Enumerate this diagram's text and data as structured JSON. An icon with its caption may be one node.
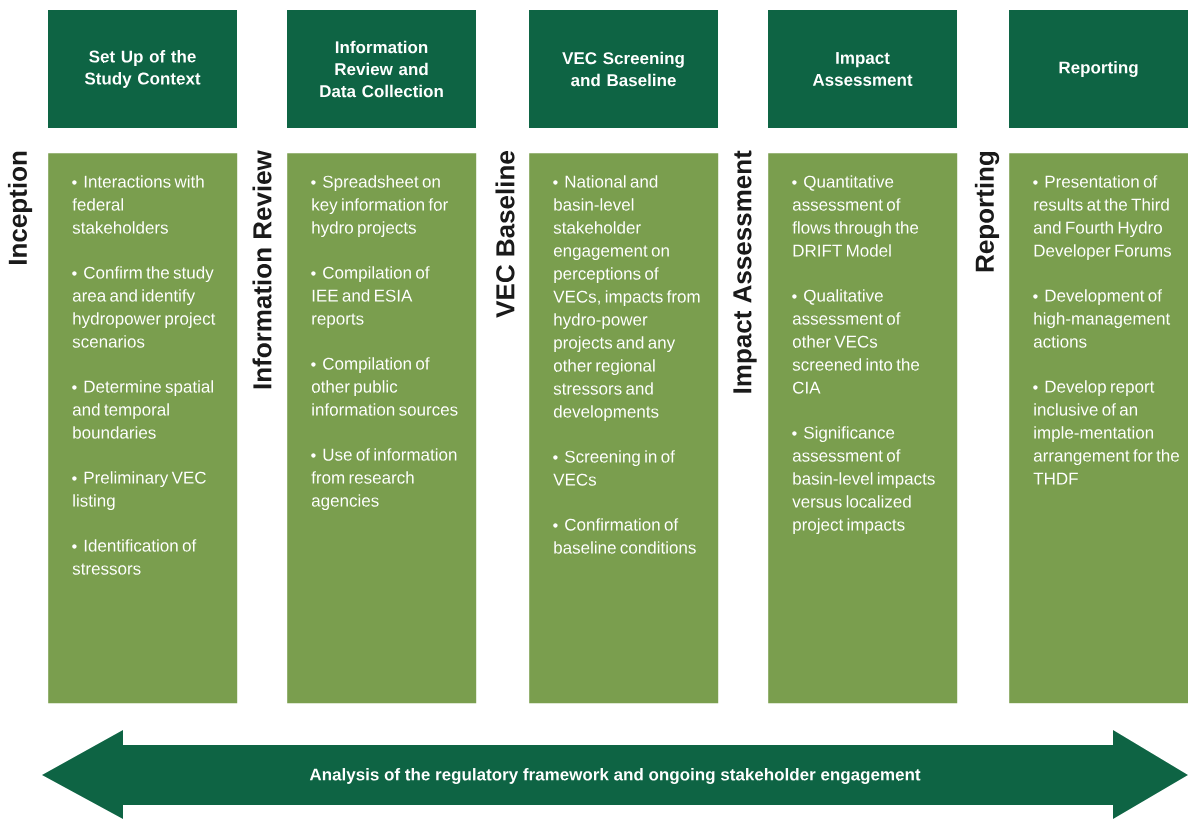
{
  "diagram": {
    "nodes": [
      {
        "text": [
          "Set Up of the Study Context"
        ]
      },
      {
        "text": [
          "Information Review and Data Collection"
        ]
      },
      {
        "text": [
          "VEC Screening and Baseline"
        ]
      },
      {
        "text": [
          "Impact Assessment"
        ]
      },
      {
        "text": [
          "Reporting"
        ]
      },
      {
        "text": [
          "Interactions with federal stakeholders",
          "Confirm the study area and identify hydropower project scenarios",
          "Determine spatial and temporal boundaries",
          "Preliminary VEC listing",
          "Identification of stressors"
        ]
      },
      {
        "text": [
          "Spreadsheet on key information for hydro projects",
          "Compilation of IEE and ESIA reports",
          "Compilation of other public information sources",
          "Use of information from research agencies"
        ]
      },
      {
        "text": [
          "National and basin-level stakeholder engagement on perceptions of VECs, impacts from hydro-power projects and any other regional stressors and developments",
          "Screening in of VECs",
          "Confirmation of baseline conditions"
        ]
      },
      {
        "text": [
          "Quantitative assessment of flows through the DRIFT Model",
          "Qualitative assessment of other VECs screened into the CIA",
          "Significance assessment of basin-level impacts versus localized project impacts"
        ]
      },
      {
        "text": [
          "Presentation of results at the Third and Fourth Hydro Developer Forums",
          "Development of high-management actions",
          "Develop report inclusive of an imple-mentation arrangement for the THDF"
        ]
      },
      {
        "text": [
          "Analysis of the regulatory framework and ongoing stakeholder engagement"
        ]
      }
    ],
    "labels": [
      "Inception",
      "Information Review",
      "VEC Baseline",
      "Impact Assessment",
      "Reporting"
    ]
  }
}
